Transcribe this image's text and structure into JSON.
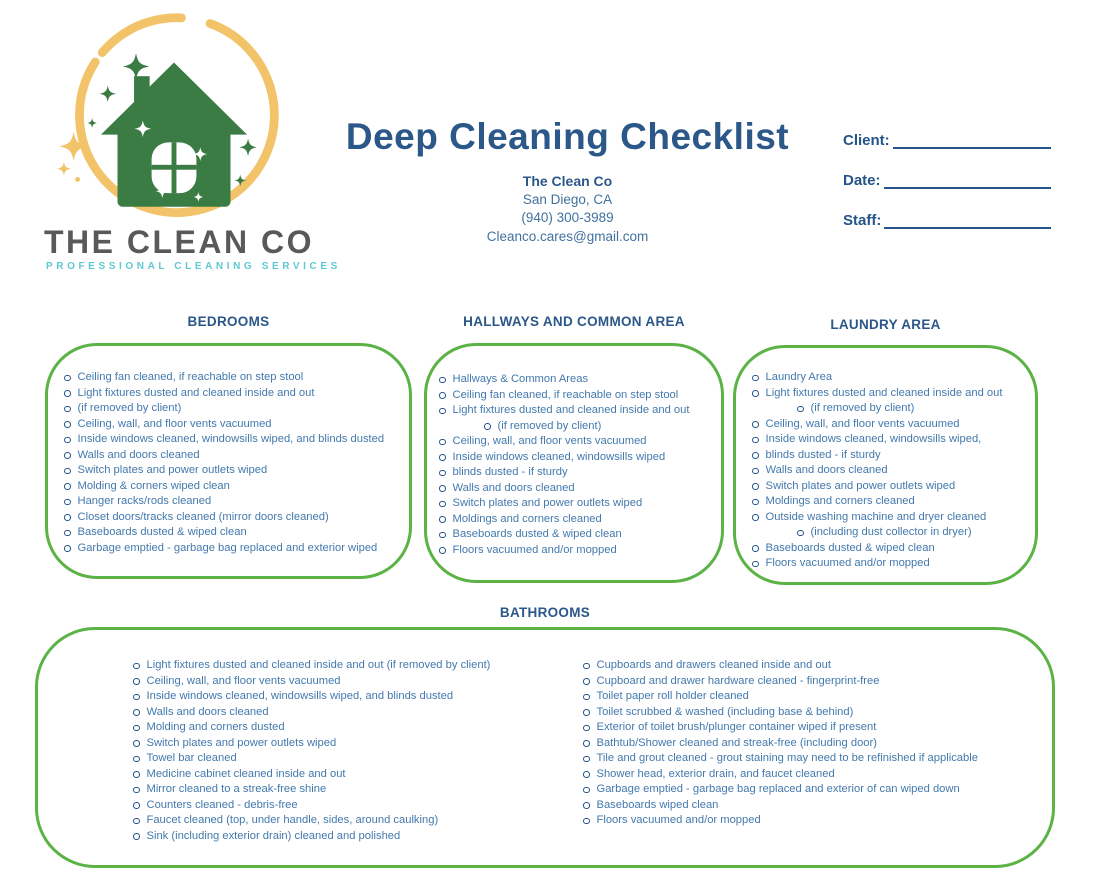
{
  "logo": {
    "wordmark": "THE CLEAN CO",
    "tagline": "PROFESSIONAL CLEANING SERVICES",
    "icon": "house-with-sparkles-in-circle"
  },
  "header": {
    "title": "Deep Cleaning Checklist",
    "company": "The Clean Co",
    "location": "San Diego, CA",
    "phone": "(940) 300-3989",
    "email": "Cleanco.cares@gmail.com"
  },
  "fields": [
    {
      "label": "Client:"
    },
    {
      "label": "Date:"
    },
    {
      "label": "Staff:"
    }
  ],
  "colors": {
    "navy": "#2b5789",
    "list_blue": "#4379ad",
    "green_border": "#5cb345",
    "logo_green": "#3b7c44",
    "logo_yellow": "#f2c369",
    "teal": "#5fc9d3",
    "gray": "#58595b"
  },
  "sections": {
    "bedrooms": {
      "title": "BEDROOMS",
      "items": [
        "Ceiling fan cleaned, if reachable on step stool",
        "Light fixtures dusted and cleaned inside and out",
        "(if removed by client)",
        "Ceiling, wall, and floor vents vacuumed",
        "Inside windows cleaned, windowsills wiped, and blinds dusted",
        "Walls and doors cleaned",
        "Switch plates and power outlets wiped",
        "Molding & corners wiped clean",
        "Hanger racks/rods cleaned",
        "Closet doors/tracks cleaned (mirror doors cleaned)",
        "Baseboards dusted & wiped clean",
        "Garbage emptied - garbage bag replaced and exterior wiped"
      ]
    },
    "hallways": {
      "title": "HALLWAYS AND COMMON AREA",
      "items": [
        "Hallways & Common Areas",
        "Ceiling fan cleaned, if reachable on step stool",
        "Light fixtures dusted and cleaned inside and out",
        {
          "text": "(if removed by client)",
          "sub": true
        },
        "Ceiling, wall, and floor vents vacuumed",
        "Inside windows cleaned, windowsills wiped",
        "blinds dusted - if sturdy",
        "Walls and doors cleaned",
        "Switch plates and power outlets wiped",
        "Moldings and corners cleaned",
        "Baseboards dusted & wiped clean",
        "Floors vacuumed and/or mopped"
      ]
    },
    "laundry": {
      "title": "LAUNDRY AREA",
      "items": [
        "Laundry Area",
        "Light fixtures dusted and cleaned inside and out",
        {
          "text": "(if removed by client)",
          "sub": true
        },
        "Ceiling, wall, and floor vents vacuumed",
        "Inside windows cleaned, windowsills wiped,",
        "blinds dusted - if sturdy",
        "Walls and doors cleaned",
        "Switch plates and power outlets wiped",
        "Moldings and corners cleaned",
        "Outside washing machine and dryer cleaned",
        {
          "text": "(including dust collector in dryer)",
          "sub": true
        },
        "Baseboards dusted & wiped clean",
        "Floors vacuumed and/or mopped"
      ]
    },
    "bathrooms": {
      "title": "BATHROOMS",
      "left_items": [
        "Light fixtures dusted and cleaned inside and out (if removed by client)",
        "Ceiling, wall, and floor vents vacuumed",
        "Inside windows cleaned, windowsills wiped, and blinds dusted",
        "Walls and doors cleaned",
        "Molding and corners dusted",
        "Switch plates and power outlets wiped",
        "Towel bar cleaned",
        "Medicine cabinet cleaned inside and out",
        "Mirror cleaned to a streak-free shine",
        "Counters cleaned - debris-free",
        "Faucet cleaned (top, under handle, sides, around caulking)",
        "Sink (including exterior drain) cleaned and polished"
      ],
      "right_items": [
        "Cupboards and drawers cleaned inside and out",
        "Cupboard and drawer hardware cleaned - fingerprint-free",
        "Toilet paper roll holder cleaned",
        "Toilet scrubbed & washed (including base & behind)",
        "Exterior of toilet brush/plunger container wiped if present",
        "Bathtub/Shower cleaned and streak-free (including door)",
        "Tile and grout cleaned - grout staining may need to be refinished if applicable",
        "Shower head, exterior drain, and faucet cleaned",
        "Garbage emptied - garbage bag replaced and exterior of can wiped down",
        "Baseboards wiped clean",
        "Floors vacuumed and/or mopped"
      ]
    }
  }
}
